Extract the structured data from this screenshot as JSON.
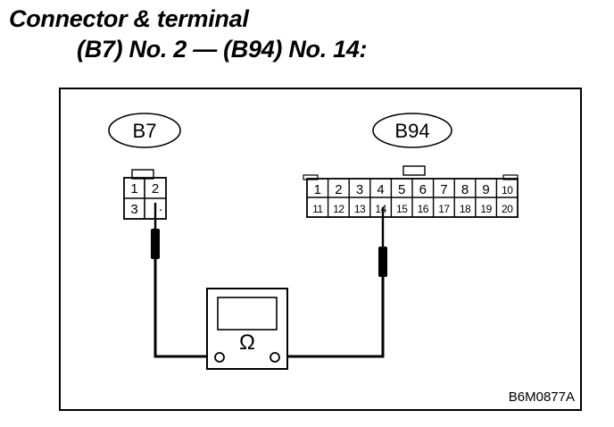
{
  "heading": {
    "line1": "Connector & terminal",
    "line2": "(B7) No. 2 — (B94) No. 14:"
  },
  "connector_b7": {
    "label": "B7",
    "pins": [
      "1",
      "2",
      "3",
      "·"
    ]
  },
  "connector_b94": {
    "label": "B94",
    "pins_top": [
      "1",
      "2",
      "3",
      "4",
      "5",
      "6",
      "7",
      "8",
      "9",
      "10"
    ],
    "pins_bottom": [
      "11",
      "12",
      "13",
      "14",
      "15",
      "16",
      "17",
      "18",
      "19",
      "20"
    ]
  },
  "ohmmeter": {
    "symbol": "Ω"
  },
  "figure_code": "B6M0877A",
  "colors": {
    "ink": "#000000",
    "background": "#ffffff"
  }
}
